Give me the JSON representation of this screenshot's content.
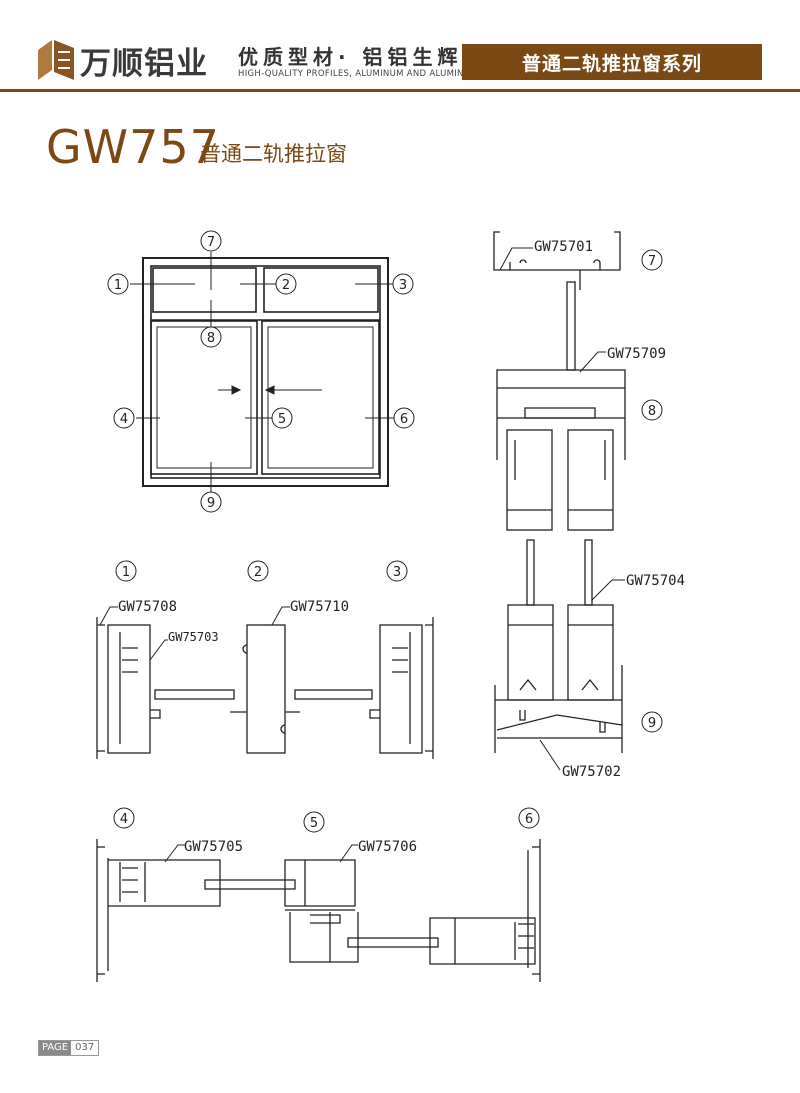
{
  "header": {
    "brand": "万顺铝业",
    "slogan": "优质型材· 铝铝生辉",
    "slogan_en": "HIGH-QUALITY PROFILES, ALUMINUM AND ALUMINUM",
    "series": "普通二轨推拉窗系列"
  },
  "title": {
    "model": "GW757",
    "name": "普通二轨推拉窗"
  },
  "callouts": [
    "1",
    "2",
    "3",
    "4",
    "5",
    "6",
    "7",
    "8",
    "9"
  ],
  "profiles": {
    "p01": "GW75701",
    "p02": "GW75702",
    "p03": "GW75703",
    "p04": "GW75704",
    "p05": "GW75705",
    "p06": "GW75706",
    "p08": "GW75708",
    "p09": "GW75709",
    "p10": "GW75710"
  },
  "footer": {
    "page_label": "PAGE",
    "page_number": "037"
  },
  "colors": {
    "brand": "#7b4a14"
  }
}
